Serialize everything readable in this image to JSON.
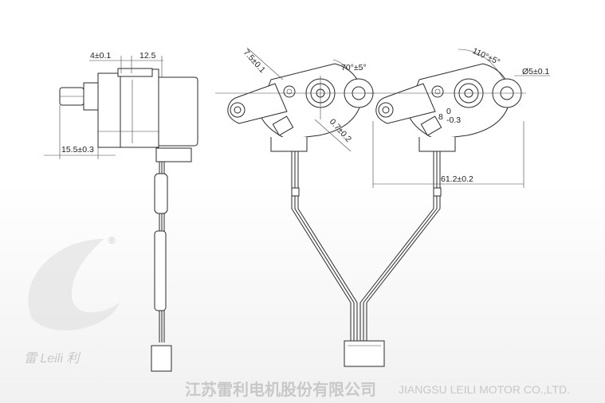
{
  "watermark": {
    "company_cn": "江苏雷利电机股份有限公司",
    "company_en": "JIANGSU LEILI MOTOR CO.,LTD.",
    "logo_text": "雷 Leili 利",
    "registered_mark": "®"
  },
  "side_view": {
    "dim_gear_width": "4±0.1",
    "dim_motor_offset": "12.5",
    "dim_shaft_length": "15.5±0.3"
  },
  "front_view_left": {
    "dim_arm_width": "7.5±0.1",
    "dim_angle": "70°±5°",
    "dim_gap": "0.7±0.2"
  },
  "front_view_right": {
    "dim_angle": "110°±5°",
    "dim_hole_diameter": "Ø5±0.1",
    "dim_radius": "8",
    "dim_radius_tol_upper": "0",
    "dim_radius_tol_lower": "-0.3",
    "dim_overall_width": "61.2±0.2"
  },
  "colors": {
    "line": "#2a2a2a",
    "watermark": "#d9d9d9"
  }
}
